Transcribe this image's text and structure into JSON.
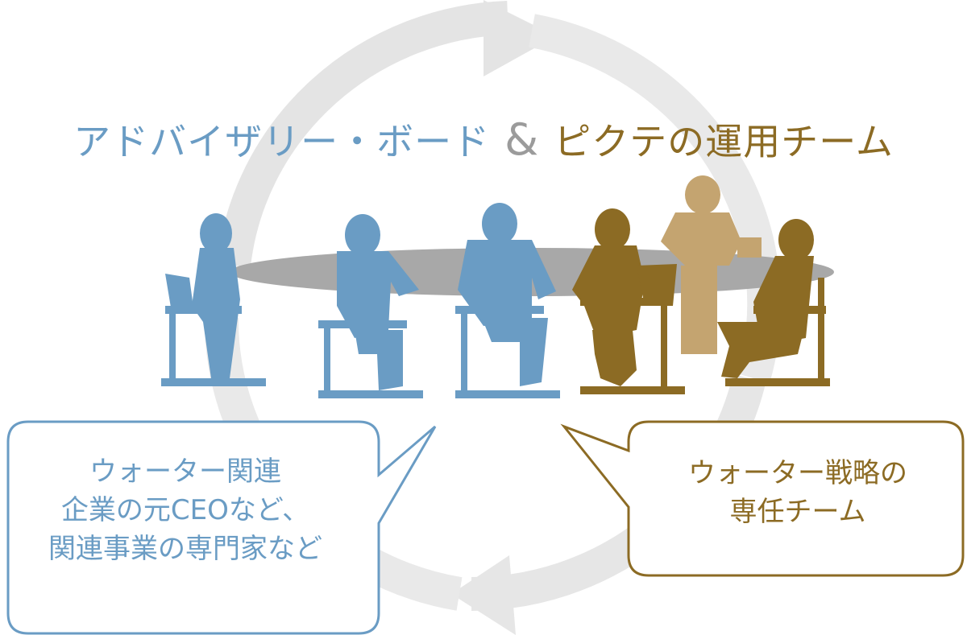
{
  "title": {
    "advisory_board": "アドバイザリー・ボード",
    "ampersand": "&",
    "pictet_team": "ピクテの運用チーム"
  },
  "bubble_left": {
    "lines": [
      "ウォーター関連",
      "企業の元CEOなど、",
      "関連事業の専門家など"
    ]
  },
  "bubble_right": {
    "lines": [
      "ウォーター戦略の",
      "専任チーム"
    ]
  },
  "colors": {
    "blue": "#6a9cc4",
    "gold": "#8c6b24",
    "light_gold": "#c4a470",
    "cycle_gray": "#e4e4e4",
    "table_gray": "#a8a8a8"
  }
}
